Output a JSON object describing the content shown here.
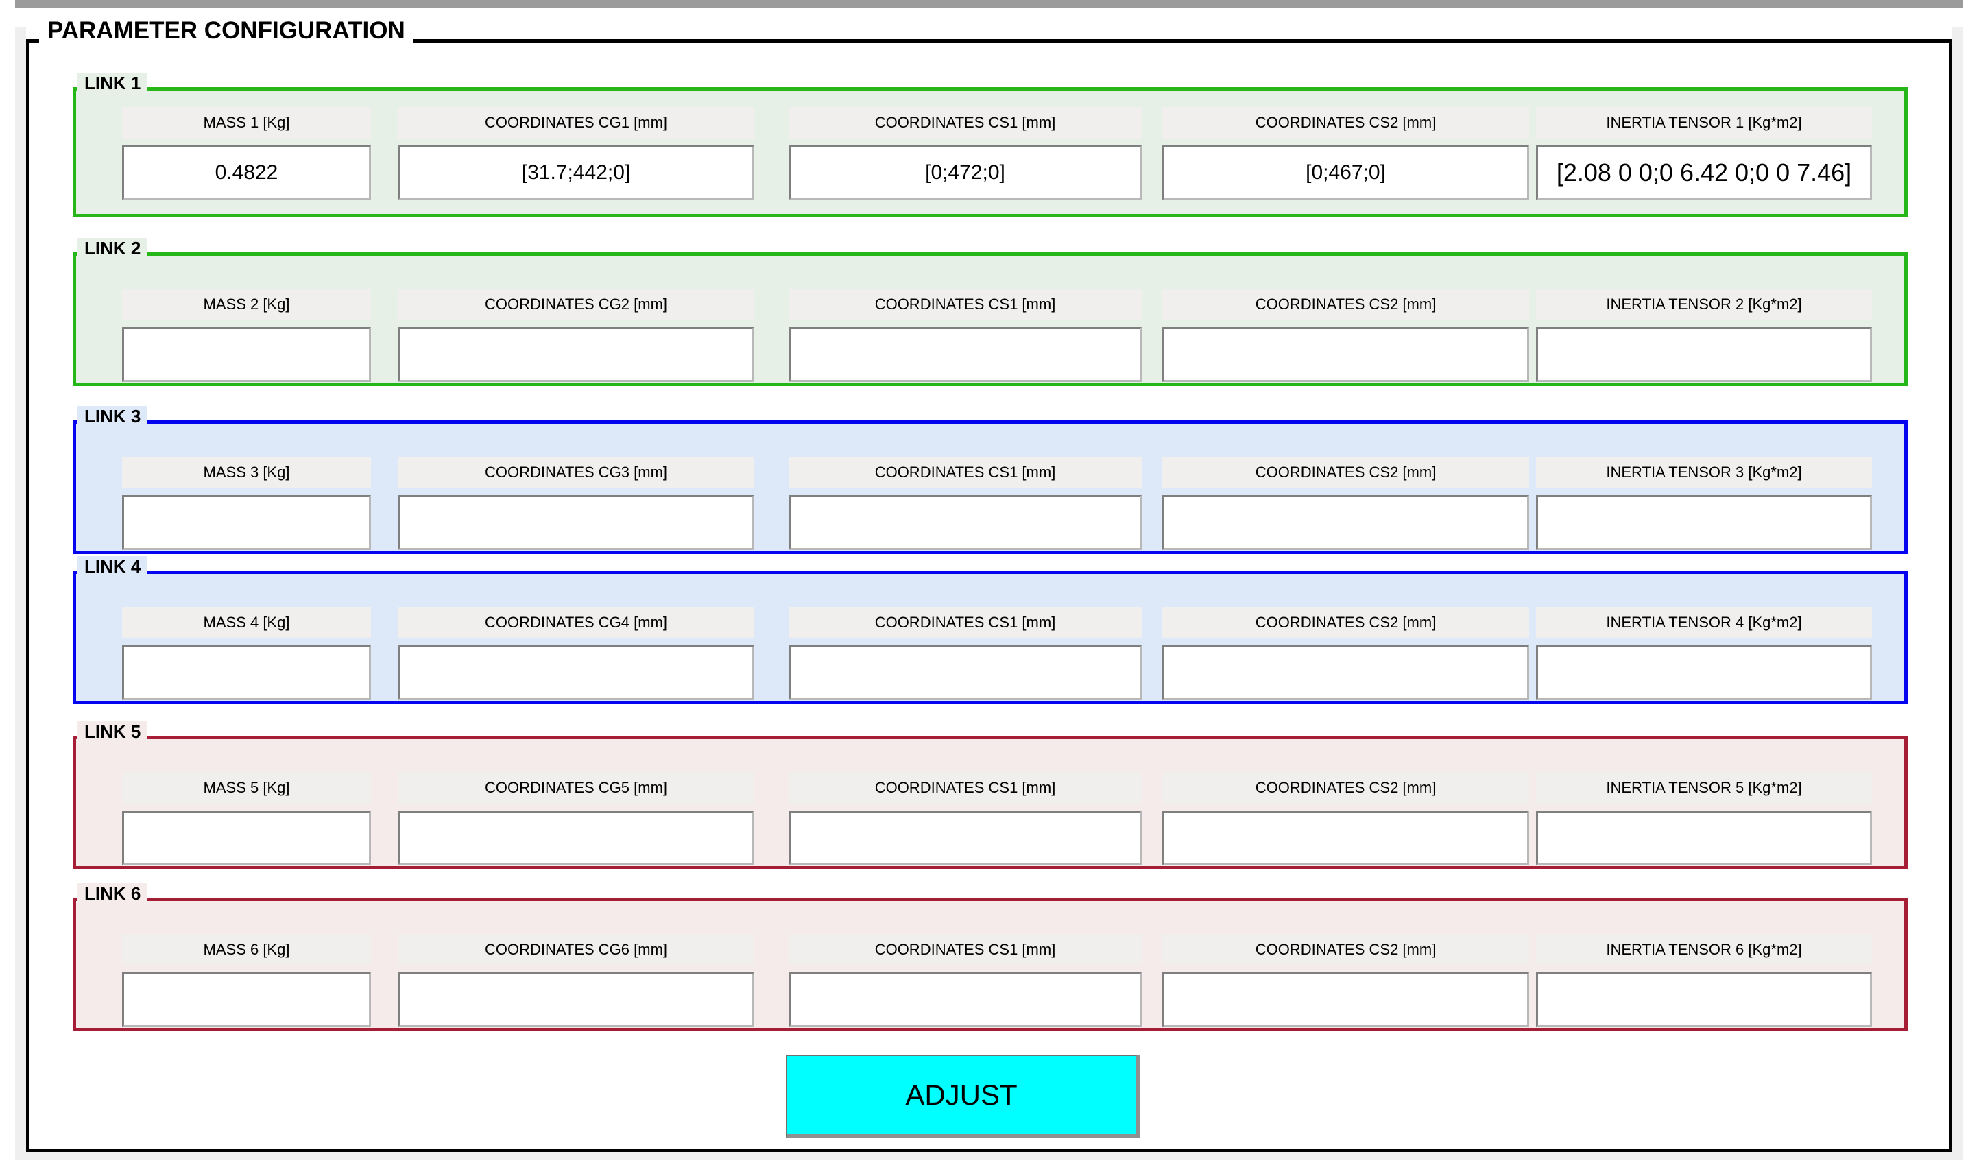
{
  "panel": {
    "title": "PARAMETER CONFIGURATION"
  },
  "links": [
    {
      "name": "LINK 1",
      "border_color": "#27b618",
      "bg_color": "#e7f0e7",
      "fields": [
        {
          "label": "MASS 1 [Kg]",
          "value": "0.4822"
        },
        {
          "label": "COORDINATES CG1 [mm]",
          "value": "[31.7;442;0]"
        },
        {
          "label": "COORDINATES CS1 [mm]",
          "value": "[0;472;0]"
        },
        {
          "label": "COORDINATES CS2 [mm]",
          "value": "[0;467;0]"
        },
        {
          "label": "INERTIA TENSOR 1 [Kg*m2]",
          "value": "[2.08 0 0;0 6.42 0;0 0 7.46]"
        }
      ]
    },
    {
      "name": "LINK 2",
      "border_color": "#27b618",
      "bg_color": "#e7f0e7",
      "fields": [
        {
          "label": "MASS 2 [Kg]",
          "value": ""
        },
        {
          "label": "COORDINATES CG2 [mm]",
          "value": ""
        },
        {
          "label": "COORDINATES CS1 [mm]",
          "value": ""
        },
        {
          "label": "COORDINATES CS2 [mm]",
          "value": ""
        },
        {
          "label": "INERTIA TENSOR 2 [Kg*m2]",
          "value": ""
        }
      ]
    },
    {
      "name": "LINK 3",
      "border_color": "#0404f0",
      "bg_color": "#dde9f8",
      "fields": [
        {
          "label": "MASS 3 [Kg]",
          "value": ""
        },
        {
          "label": "COORDINATES CG3 [mm]",
          "value": ""
        },
        {
          "label": "COORDINATES CS1 [mm]",
          "value": ""
        },
        {
          "label": "COORDINATES CS2 [mm]",
          "value": ""
        },
        {
          "label": "INERTIA TENSOR 3 [Kg*m2]",
          "value": ""
        }
      ]
    },
    {
      "name": "LINK 4",
      "border_color": "#0404f0",
      "bg_color": "#dde9f8",
      "fields": [
        {
          "label": "MASS 4 [Kg]",
          "value": ""
        },
        {
          "label": "COORDINATES CG4 [mm]",
          "value": ""
        },
        {
          "label": "COORDINATES CS1 [mm]",
          "value": ""
        },
        {
          "label": "COORDINATES CS2 [mm]",
          "value": ""
        },
        {
          "label": "INERTIA TENSOR 4 [Kg*m2]",
          "value": ""
        }
      ]
    },
    {
      "name": "LINK 5",
      "border_color": "#a51e35",
      "bg_color": "#f6ebeb",
      "fields": [
        {
          "label": "MASS 5 [Kg]",
          "value": ""
        },
        {
          "label": "COORDINATES CG5 [mm]",
          "value": ""
        },
        {
          "label": "COORDINATES CS1 [mm]",
          "value": ""
        },
        {
          "label": "COORDINATES CS2 [mm]",
          "value": ""
        },
        {
          "label": "INERTIA TENSOR 5 [Kg*m2]",
          "value": ""
        }
      ]
    },
    {
      "name": "LINK 6",
      "border_color": "#a51e35",
      "bg_color": "#f6ebeb",
      "fields": [
        {
          "label": "MASS 6 [Kg]",
          "value": ""
        },
        {
          "label": "COORDINATES CG6 [mm]",
          "value": ""
        },
        {
          "label": "COORDINATES CS1 [mm]",
          "value": ""
        },
        {
          "label": "COORDINATES CS2 [mm]",
          "value": ""
        },
        {
          "label": "INERTIA TENSOR 6 [Kg*m2]",
          "value": ""
        }
      ]
    }
  ],
  "adjust_button": {
    "label": "ADJUST",
    "bg": "#00ffff"
  }
}
